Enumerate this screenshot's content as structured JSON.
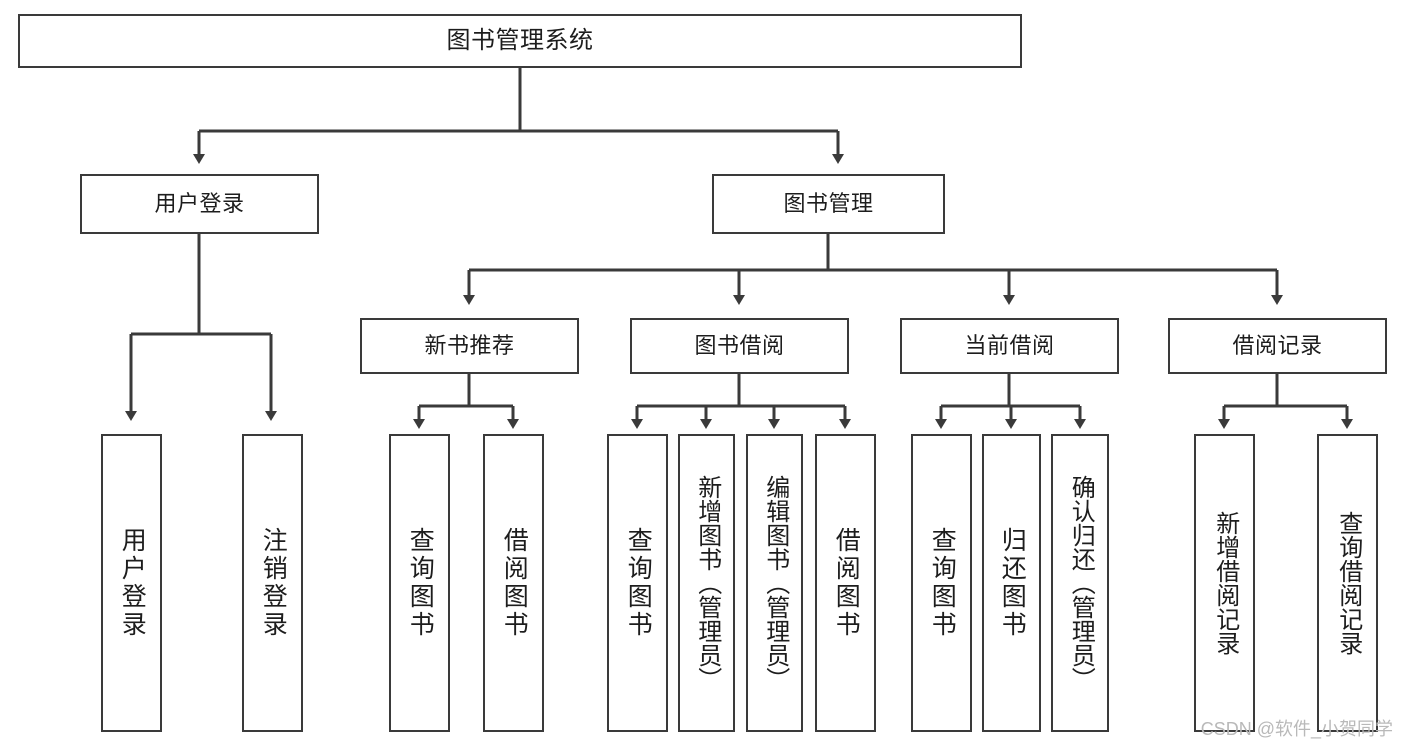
{
  "diagram": {
    "title": "图书管理系统",
    "type": "tree",
    "root": {
      "id": "root",
      "label": "图书管理系统"
    },
    "level2": [
      {
        "id": "user-login",
        "label": "用户登录"
      },
      {
        "id": "book-manage",
        "label": "图书管理"
      }
    ],
    "level3": [
      {
        "id": "new-book-rec",
        "label": "新书推荐",
        "parent": "book-manage"
      },
      {
        "id": "book-borrow",
        "label": "图书借阅",
        "parent": "book-manage"
      },
      {
        "id": "current-borrow",
        "label": "当前借阅",
        "parent": "book-manage"
      },
      {
        "id": "borrow-record",
        "label": "借阅记录",
        "parent": "book-manage"
      }
    ],
    "leaves": [
      {
        "id": "leaf-user-login",
        "label": "用户登录",
        "parent": "user-login"
      },
      {
        "id": "leaf-logout",
        "label": "注销登录",
        "parent": "user-login"
      },
      {
        "id": "leaf-query-book-1",
        "label": "查询图书",
        "parent": "new-book-rec"
      },
      {
        "id": "leaf-borrow-book-1",
        "label": "借阅图书",
        "parent": "new-book-rec"
      },
      {
        "id": "leaf-query-book-2",
        "label": "查询图书",
        "parent": "book-borrow"
      },
      {
        "id": "leaf-add-book",
        "label": "新增图书（管理员）",
        "parent": "book-borrow"
      },
      {
        "id": "leaf-edit-book",
        "label": "编辑图书（管理员）",
        "parent": "book-borrow"
      },
      {
        "id": "leaf-borrow-book-2",
        "label": "借阅图书",
        "parent": "book-borrow"
      },
      {
        "id": "leaf-query-book-3",
        "label": "查询图书",
        "parent": "current-borrow"
      },
      {
        "id": "leaf-return-book",
        "label": "归还图书",
        "parent": "current-borrow"
      },
      {
        "id": "leaf-confirm-return",
        "label": "确认归还（管理员）",
        "parent": "current-borrow"
      },
      {
        "id": "leaf-add-record",
        "label": "新增借阅记录",
        "parent": "borrow-record"
      },
      {
        "id": "leaf-query-record",
        "label": "查询借阅记录",
        "parent": "borrow-record"
      }
    ],
    "colors": {
      "stroke": "#3a3a3a",
      "text": "#1d1d1d",
      "background": "#ffffff",
      "watermark": "#b9b9b9"
    }
  },
  "watermark": {
    "text": "CSDN @软件_小贺同学"
  }
}
